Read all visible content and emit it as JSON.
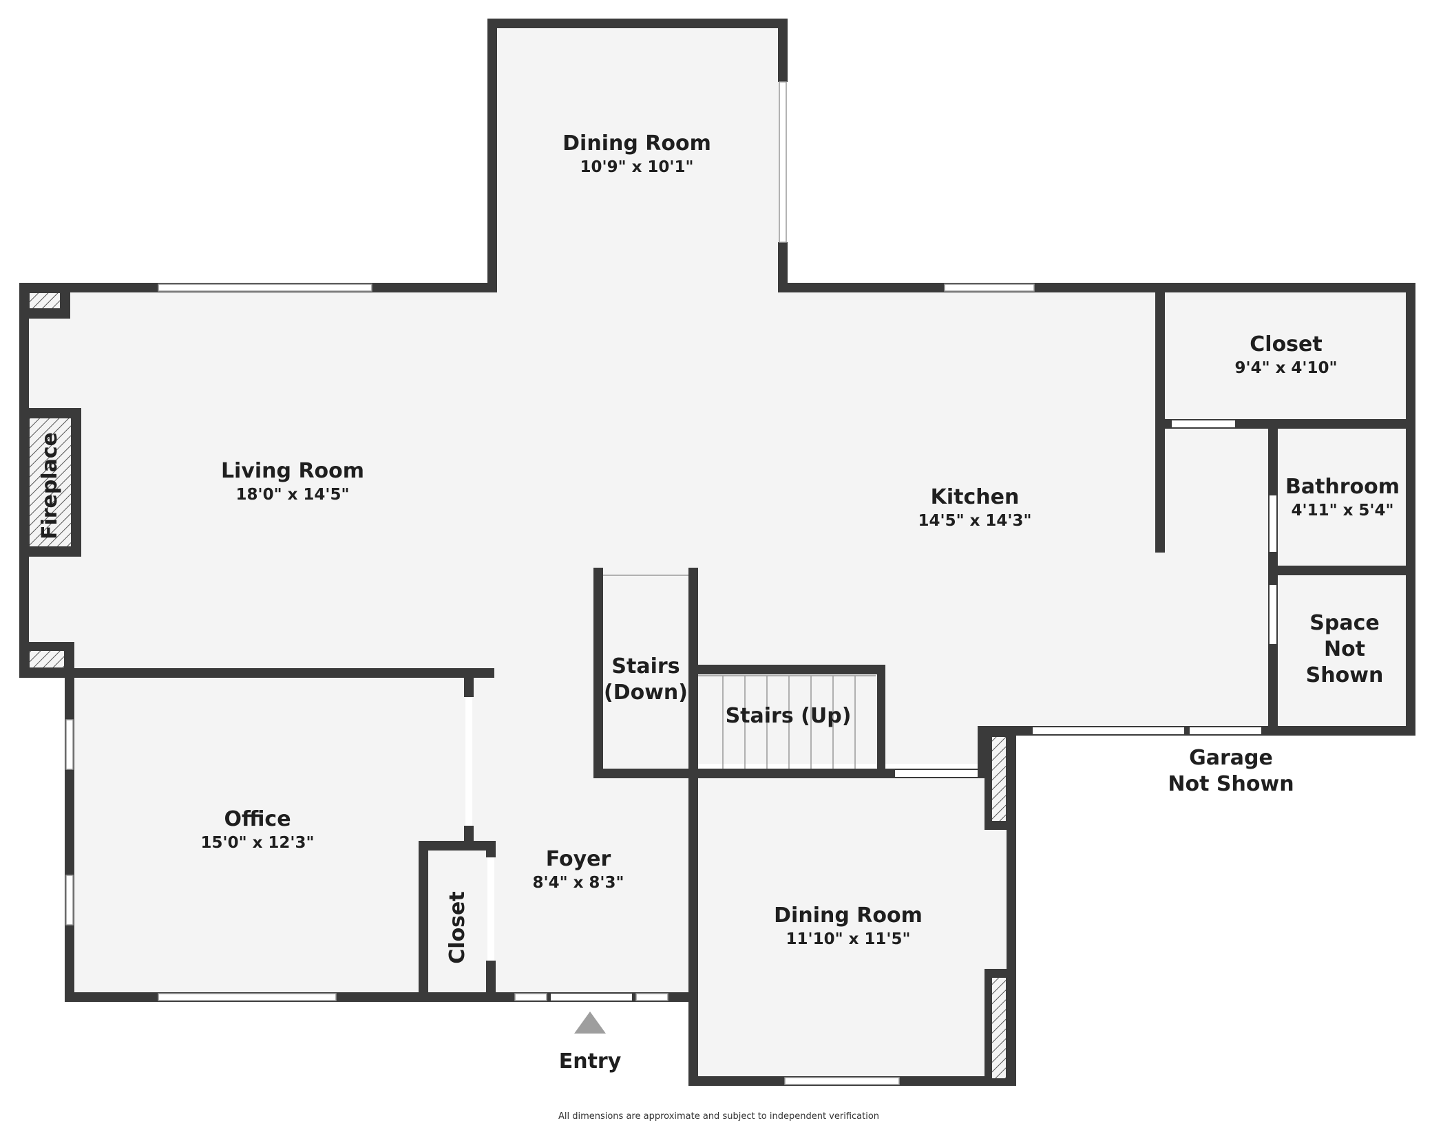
{
  "rooms": {
    "dining_top": {
      "name": "Dining Room",
      "dims": "10'9\" x 10'1\""
    },
    "living": {
      "name": "Living Room",
      "dims": "18'0\" x 14'5\""
    },
    "kitchen": {
      "name": "Kitchen",
      "dims": "14'5\" x 14'3\""
    },
    "closet_top": {
      "name": "Closet",
      "dims": "9'4\" x 4'10\""
    },
    "bathroom": {
      "name": "Bathroom",
      "dims": "4'11\" x 5'4\""
    },
    "office": {
      "name": "Office",
      "dims": "15'0\" x 12'3\""
    },
    "foyer": {
      "name": "Foyer",
      "dims": "8'4\" x 8'3\""
    },
    "dining_bottom": {
      "name": "Dining Room",
      "dims": "11'10\" x 11'5\""
    }
  },
  "labels": {
    "fireplace": "Fireplace",
    "stairs_down_1": "Stairs",
    "stairs_down_2": "(Down)",
    "stairs_up": "Stairs (Up)",
    "space_1": "Space",
    "space_2": "Not",
    "space_3": "Shown",
    "garage_1": "Garage",
    "garage_2": "Not Shown",
    "closet_small": "Closet",
    "entry": "Entry"
  },
  "footer": {
    "disclaimer": "All dimensions are approximate and subject to independent verification"
  },
  "colors": {
    "wall": "#3a3a3a",
    "floor": "#f4f4f4",
    "entry_arrow": "#9e9e9e"
  }
}
